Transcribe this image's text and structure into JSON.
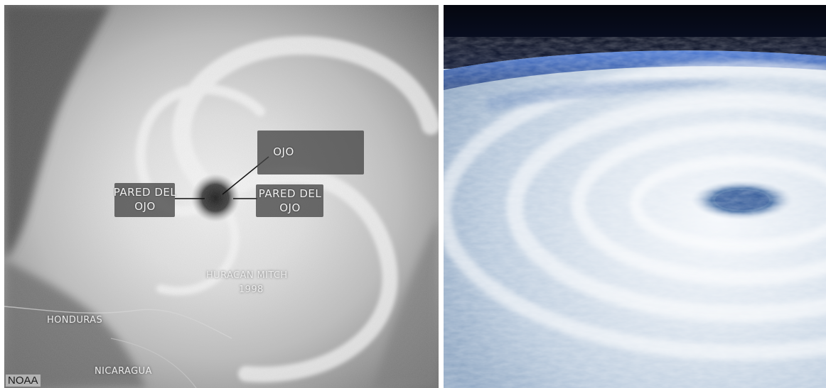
{
  "left_image": {
    "labels": {
      "eye": "OJO",
      "eyewall_left_line1": "PARED DEL",
      "eyewall_left_line2": "OJO",
      "eyewall_right_line1": "PARED DEL",
      "eyewall_right_line2": "OJO",
      "storm_name": "HURACAN MITCH",
      "storm_year": "1998",
      "country_1": "HONDURAS",
      "country_2": "NICARAGUA",
      "credit": "NOAA"
    },
    "colors": {
      "background": "#8f8f8f",
      "label_box": "#464646",
      "label_text": "#f2f2f2"
    }
  },
  "right_image": {
    "colors": {
      "space": "#05070f",
      "atmosphere": "#2b4f9a",
      "clouds": "#e6edf5",
      "eye": "#3a5f9c"
    }
  }
}
